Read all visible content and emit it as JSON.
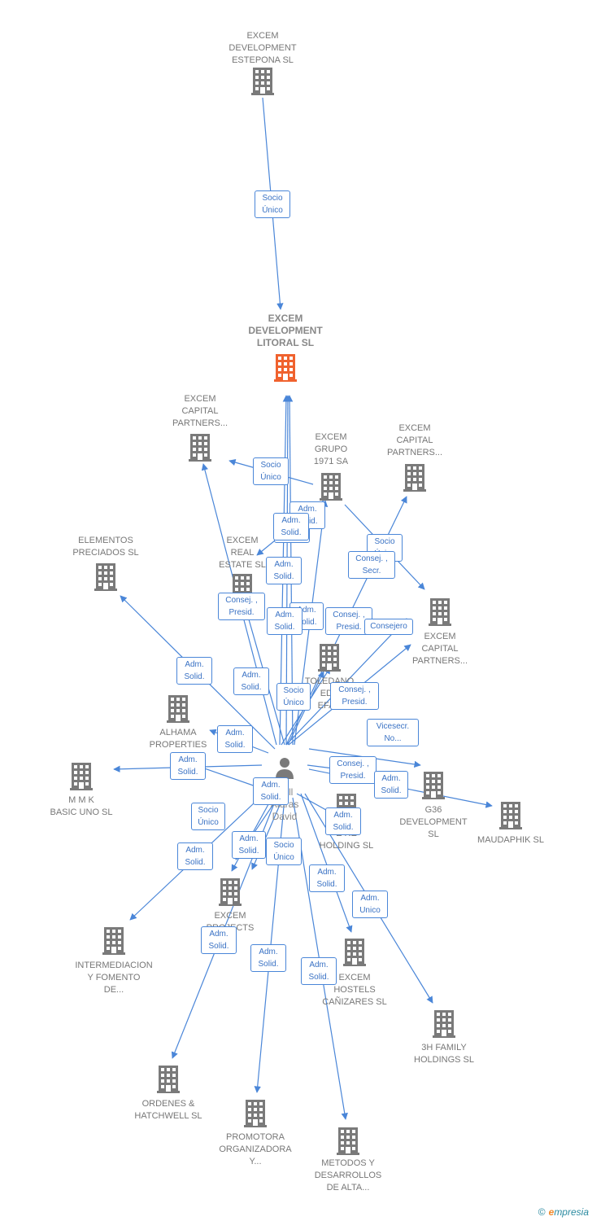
{
  "diagram": {
    "colors": {
      "edge": "#4a86d8",
      "building": "#7a7a7a",
      "focus": "#f0622e",
      "person": "#7a7a7a"
    },
    "nodes": [
      {
        "id": "estepona",
        "label": "EXCEM\nDEVELOPMENT\nESTEPONA  SL",
        "icon": "building-icon"
      },
      {
        "id": "litoral",
        "label": "EXCEM\nDEVELOPMENT\nLITORAL  SL",
        "icon": "building-icon",
        "focus": true
      },
      {
        "id": "capital1",
        "label": "EXCEM\nCAPITAL\nPARTNERS...",
        "icon": "building-icon"
      },
      {
        "id": "grupo",
        "label": "EXCEM\nGRUPO\n1971 SA",
        "icon": "building-icon"
      },
      {
        "id": "capital2",
        "label": "EXCEM\nCAPITAL\nPARTNERS...",
        "icon": "building-icon"
      },
      {
        "id": "elementos",
        "label": "ELEMENTOS\nPRECIADOS SL",
        "icon": "building-icon"
      },
      {
        "id": "realestate",
        "label": "EXCEM\nREAL\nESTATE  SL",
        "icon": "building-icon"
      },
      {
        "id": "capital3",
        "label": "EXCEM\nCAPITAL\nPARTNERS...",
        "icon": "building-icon"
      },
      {
        "id": "toledano",
        "label": "TOLEDANO\nEDE\nEFAN",
        "icon": "building-icon"
      },
      {
        "id": "alhama",
        "label": "ALHAMA\nPROPERTIES\nON",
        "icon": "building-icon"
      },
      {
        "id": "mmk",
        "label": "M M K\nBASIC UNO SL",
        "icon": "building-icon"
      },
      {
        "id": "person",
        "label": "well\nAtaras\nDavid",
        "icon": "person-icon"
      },
      {
        "id": "g36",
        "label": "G36\nDEVELOPMENT\nSL",
        "icon": "building-icon"
      },
      {
        "id": "maudaphik",
        "label": "MAUDAPHIK SL",
        "icon": "building-icon"
      },
      {
        "id": "holding",
        "label": "E        RE\nHOLDING  SL",
        "icon": "building-icon"
      },
      {
        "id": "projects",
        "label": "EXCEM\nPROJECTS\n...",
        "icon": "building-icon"
      },
      {
        "id": "intermediacion",
        "label": "INTERMEDIACION\nY FOMENTO\nDE...",
        "icon": "building-icon"
      },
      {
        "id": "hostels",
        "label": "EXCEM\nHOSTELS\nCAÑIZARES  SL",
        "icon": "building-icon"
      },
      {
        "id": "threeh",
        "label": "3H FAMILY\nHOLDINGS  SL",
        "icon": "building-icon"
      },
      {
        "id": "ordenes",
        "label": "ORDENES &\nHATCHWELL SL",
        "icon": "building-icon"
      },
      {
        "id": "promotora",
        "label": "PROMOTORA\nORGANIZADORA\nY...",
        "icon": "building-icon"
      },
      {
        "id": "metodos",
        "label": "METODOS Y\nDESARROLLOS\nDE ALTA...",
        "icon": "building-icon"
      }
    ],
    "edges": [
      {
        "from": "estepona",
        "to": "litoral",
        "label": "Socio\nÚnico"
      },
      {
        "from": "grupo",
        "to": "capital1",
        "label": "Socio\nÚnico"
      },
      {
        "from": "grupo",
        "to": "capital3",
        "label": "Socio\nÚnico"
      },
      {
        "from": "grupo",
        "to": "realestate",
        "label": "Socio\nÚnico"
      },
      {
        "from": "person",
        "to": "litoral",
        "label": "Adm.\nSolid."
      },
      {
        "from": "person",
        "to": "litoral",
        "label": "Adm.\nSolid."
      },
      {
        "from": "person",
        "to": "capital1",
        "label": "Consej. ,\nPresid."
      },
      {
        "from": "person",
        "to": "capital2",
        "label": "Consej. ,\nSecr."
      },
      {
        "from": "person",
        "to": "capital3",
        "label": "Consej. ,\nPresid."
      },
      {
        "from": "person",
        "to": "capital3",
        "label": "Consejero"
      },
      {
        "from": "person",
        "to": "grupo",
        "label": "Adm.\nSolid."
      },
      {
        "from": "person",
        "to": "realestate",
        "label": "Adm.\nSolid."
      },
      {
        "from": "person",
        "to": "elementos",
        "label": "Adm.\nSolid."
      },
      {
        "from": "person",
        "to": "toledano",
        "label": "Adm.\nSolid."
      },
      {
        "from": "person",
        "to": "toledano",
        "label": "Socio\nÚnico"
      },
      {
        "from": "person",
        "to": "capital3",
        "label": "Consej. ,\nPresid."
      },
      {
        "from": "person",
        "to": "alhama",
        "label": "Adm.\nSolid."
      },
      {
        "from": "person",
        "to": "mmk",
        "label": "Adm.\nSolid."
      },
      {
        "from": "person",
        "to": "g36",
        "label": "Vicesecr.\nNo..."
      },
      {
        "from": "person",
        "to": "g36",
        "label": "Consej. ,\nPresid."
      },
      {
        "from": "person",
        "to": "maudaphik",
        "label": "Adm.\nSolid."
      },
      {
        "from": "person",
        "to": "projects",
        "label": "Adm.\nSolid."
      },
      {
        "from": "person",
        "to": "projects",
        "label": "Socio\nÚnico"
      },
      {
        "from": "person",
        "to": "projects",
        "label": "Adm.\nSolid."
      },
      {
        "from": "person",
        "to": "projects",
        "label": "Socio\nÚnico"
      },
      {
        "from": "person",
        "to": "holding",
        "label": "Adm.\nSolid."
      },
      {
        "from": "person",
        "to": "intermediacion",
        "label": "Adm.\nSolid."
      },
      {
        "from": "person",
        "to": "hostels",
        "label": "Adm.\nSolid."
      },
      {
        "from": "person",
        "to": "threeh",
        "label": "Adm.\nUnico"
      },
      {
        "from": "person",
        "to": "ordenes",
        "label": "Adm.\nSolid."
      },
      {
        "from": "person",
        "to": "promotora",
        "label": "Adm.\nSolid."
      },
      {
        "from": "person",
        "to": "metodos",
        "label": "Adm.\nSolid."
      },
      {
        "from": "person",
        "to": "litoral",
        "label": "Adm.\nSolid."
      }
    ]
  },
  "footer": {
    "copyright_symbol": "©",
    "brand_first": "e",
    "brand_rest": "mpresia"
  }
}
